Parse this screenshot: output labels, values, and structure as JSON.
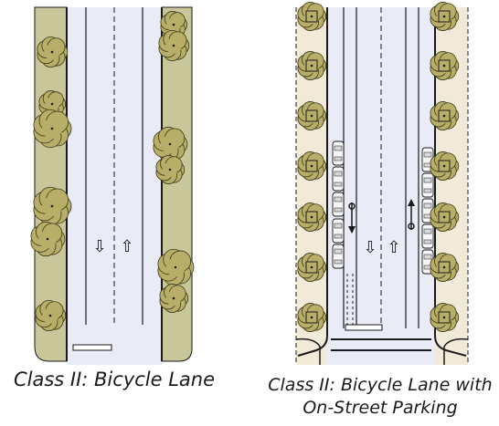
{
  "left_diagram": {
    "caption": "Class II:  Bicycle Lane",
    "arrow_down": "⇩",
    "arrow_up": "⇧"
  },
  "right_diagram": {
    "caption_line1": "Class II:  Bicycle Lane with",
    "caption_line2": "On-Street Parking",
    "arrow_down": "⇩",
    "arrow_up": "⇧"
  },
  "colors": {
    "road": "#e9ebf6",
    "planting_strip": "#c9c79a",
    "sidewalk": "#f1ead8",
    "tree_fill": "#b8ae68",
    "tree_stroke": "#3a3a1a",
    "line": "#1a1a1a"
  }
}
